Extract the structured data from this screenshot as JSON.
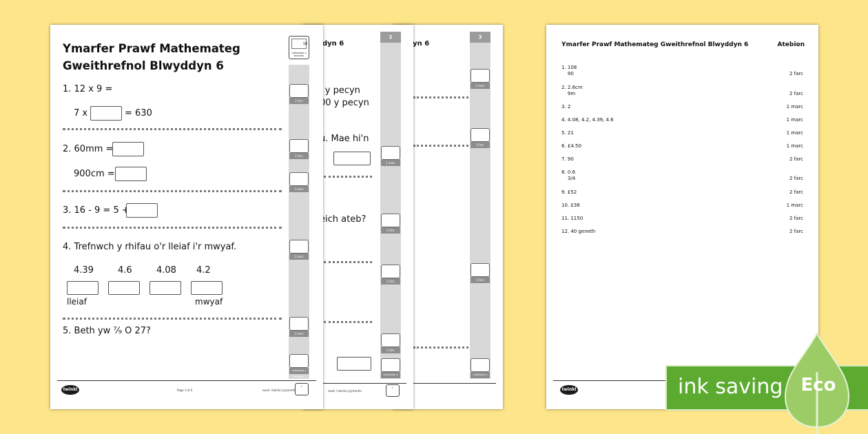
{
  "page1": {
    "title_line1": "Ymarfer Prawf Mathemateg",
    "title_line2": "Gweithrefnol Blwyddyn 6",
    "corner_box_num": "18",
    "corner_box_text": "cyfanswm y marciau",
    "q1": "1. 12 x 9 =",
    "q1_pre": "7 x",
    "q1_post": "= 630",
    "q2": "2. 60mm =",
    "q2b": "900cm =",
    "q3": "3. 16 - 9 = 5 +",
    "q4": "4. Trefnwch y rhifau o'r lleiaf i'r mwyaf.",
    "q4_numbers": [
      "4.39",
      "4.6",
      "4.08",
      "4.2"
    ],
    "q4_least": "lleiaf",
    "q4_most": "mwyaf",
    "q5": "5. Beth yw ⁷⁄₉ O 27?",
    "mark_labels": [
      "2 farc",
      "2 farc",
      "1 marc",
      "1 marc",
      "1 marc"
    ],
    "strip_bottom": "cyfanswm y dudalen",
    "footer_page": "Page 1 of 4",
    "footer_site": "ewch i twinkl.cy/ymarfer",
    "logo": "twinkl"
  },
  "page2": {
    "title_fragment": "dyn 6",
    "strip_number": "2",
    "lines": [
      "i y pecyn",
      "00 y pecyn",
      "u. Mae hi'n",
      "eich ateb?"
    ],
    "mark_labels": [
      "1 marc",
      "2 farc",
      "2 farc",
      "2 farc"
    ],
    "strip_bottom": "cyfanswm y dudalen",
    "footer_site": "ewch i twinkl.cy/ymarfer"
  },
  "page3": {
    "title_fragment": "dyn 6",
    "strip_number": "3",
    "mark_labels": [
      "1 marc",
      "2 farc",
      "2 farc"
    ],
    "strip_bottom": "cyfanswm y dudalen"
  },
  "answers": {
    "title": "Ymarfer Prawf Mathemateg Gweithrefnol Blwyddyn 6",
    "heading": "Atebion",
    "rows": [
      {
        "q": "1. 108\n    90",
        "mark": "2 farc"
      },
      {
        "q": "2. 2.6cm\n    9m",
        "mark": "2 farc"
      },
      {
        "q": "3. 2",
        "mark": "1 marc"
      },
      {
        "q": "4. 4.08, 4.2, 4.39, 4.6",
        "mark": "1 marc"
      },
      {
        "q": "5. 21",
        "mark": "1 marc"
      },
      {
        "q": "6. £4.50",
        "mark": "1 marc"
      },
      {
        "q": "7. 90",
        "mark": "2 farc"
      },
      {
        "q": "8. 0.6\n    3/4",
        "mark": "2 farc"
      },
      {
        "q": "9. £52",
        "mark": "2 farc"
      },
      {
        "q": "10. £36",
        "mark": "1 marc"
      },
      {
        "q": "11. 1150",
        "mark": "2 farc"
      },
      {
        "q": "12. 40 geneth",
        "mark": "2 farc"
      }
    ],
    "logo": "twinkl"
  },
  "eco": {
    "text": "ink saving",
    "badge": "Eco",
    "colors": {
      "banner": "#5cab30",
      "leaf": "#9ccc65"
    }
  }
}
